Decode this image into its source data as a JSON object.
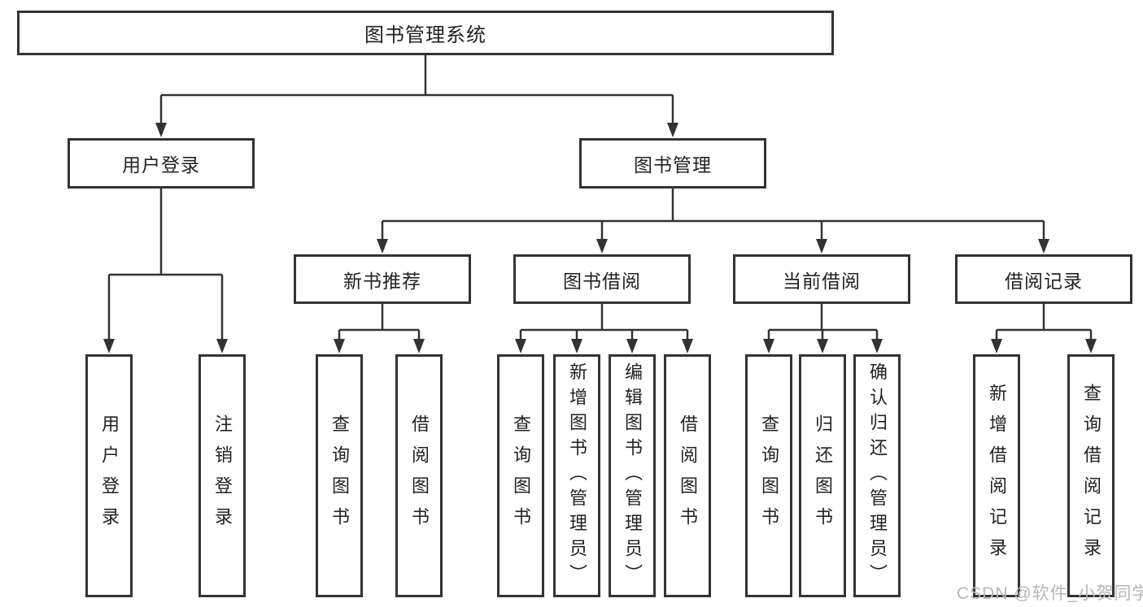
{
  "colors": {
    "background": "#ffffff",
    "line": "#333333",
    "box_border": "#333333",
    "text": "#222222",
    "watermark": "#b4b7bb"
  },
  "tree": {
    "root": {
      "label": "图书管理系统"
    },
    "user_login": {
      "label": "用户登录",
      "children": [
        "用户登录",
        "注销登录"
      ]
    },
    "book_mgmt": {
      "label": "图书管理",
      "sections": [
        {
          "label": "新书推荐",
          "children": [
            "查询图书",
            "借阅图书"
          ]
        },
        {
          "label": "图书借阅",
          "children": [
            "查询图书",
            "新增图书（管理员）",
            "编辑图书（管理员）",
            "借阅图书"
          ]
        },
        {
          "label": "当前借阅",
          "children": [
            "查询图书",
            "归还图书",
            "确认归还（管理员）"
          ]
        },
        {
          "label": "借阅记录",
          "children": [
            "新增借阅记录",
            "查询借阅记录"
          ]
        }
      ]
    }
  },
  "watermark": "CSDN @软件_小贺同学"
}
